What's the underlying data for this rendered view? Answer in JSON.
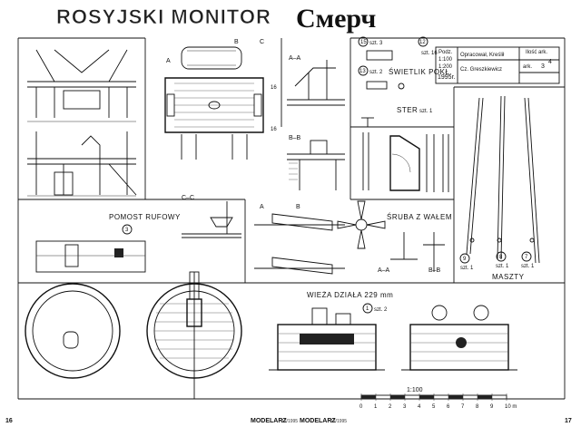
{
  "title": {
    "latin": "ROSYJSKI MONITOR",
    "cyrillic": "Смерч"
  },
  "title_block": {
    "scales": [
      "1:100",
      "1:200",
      "1995r."
    ],
    "scale_header": "Podz.",
    "drawn_by_label": "Opracował, Kreślił",
    "author": "Cz. Greszkiewicz",
    "sheets_label": "Ilość ark.",
    "sheets_count": "4",
    "sheet_label": "ark.",
    "sheet_no": "3"
  },
  "labels": {
    "section_aa": "A–A",
    "section_bb": "B–B",
    "section_cc": "C–C",
    "mark_a": "A",
    "mark_b": "B",
    "mark_c": "C",
    "dim_16": "16",
    "skylight": "ŚWIETLIK POKŁ.",
    "rudder": "STER",
    "rudder_qty": "szt. 1",
    "stern_platform": "POMOST RUFOWY",
    "propeller": "ŚRUBA Z WAŁEM",
    "masts": "MASZTY",
    "turret": "WIEŻA DZIAŁA 229 mm",
    "turret_qty": "szt. 2",
    "skylight_qty": "szt. 3",
    "part_15": "15",
    "part_12": "12",
    "part_13": "13",
    "part_3": "3",
    "part_1": "1",
    "part_9": "9",
    "part_8": "8",
    "part_7": "7",
    "qty_1": "szt. 1",
    "qty_2": "szt. 2",
    "qty_16": "szt. 16"
  },
  "scale_bar": {
    "label": "1:100",
    "ticks": [
      "0",
      "1",
      "2",
      "3",
      "4",
      "5",
      "6",
      "7",
      "8",
      "9",
      "10 m"
    ]
  },
  "footer": {
    "page_left": "16",
    "page_right": "17",
    "magazine_left": "MODELARZ",
    "issue_left": "12/1995",
    "magazine_right": "MODELARZ",
    "issue_right": "12/1995"
  }
}
